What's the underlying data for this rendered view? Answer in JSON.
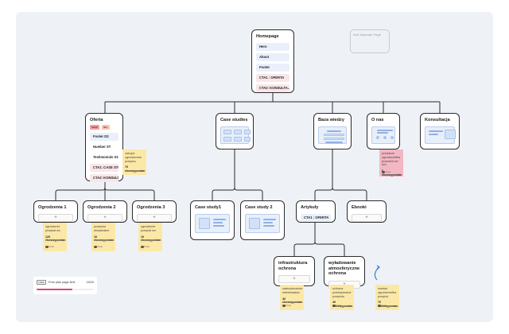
{
  "ghost_page": {
    "label": "Add Separate Page"
  },
  "homepage": {
    "title": "Homepage",
    "sections": [
      "Hero",
      "About",
      "Footer",
      "CTA1 : OFERTA",
      "CTA2: KONSULTA..."
    ]
  },
  "oferta": {
    "title": "Oferta",
    "badges": {
      "s": "SSSP",
      "n": "NS+"
    },
    "sections": [
      "Footer D3",
      "Number ST",
      "Testimonials S3",
      "CTA1: CASE STUDY",
      "CTA2: KONSULT"
    ]
  },
  "case_studies": {
    "title": "Case studies"
  },
  "baza_wiedzy": {
    "title": "Baza wiedzy"
  },
  "o_nas": {
    "title": "O nas"
  },
  "konsultacja": {
    "title": "Konsultacja"
  },
  "ogr1": {
    "title": "Ogrodzenia 1",
    "add": "+"
  },
  "ogr2": {
    "title": "Ogrodzenia 2",
    "add": "+"
  },
  "ogr3": {
    "title": "Ogrodzenia 3",
    "add": "+"
  },
  "case1": {
    "title": "Case study1"
  },
  "case2": {
    "title": "Case study 2"
  },
  "artykuly": {
    "title": "Artykuły",
    "cta": "CTA1 : OFERTA",
    "add": "+"
  },
  "ebooki": {
    "title": "Ebooki",
    "add": "+"
  },
  "infra": {
    "title": "infrastruktura ochrona",
    "add": "+"
  },
  "wyl": {
    "title": "wyładowanie atmosferyczne ochrona",
    "add": "+"
  },
  "notes": {
    "oferta": {
      "text": "zakupić ogrodzeniwe przeploc",
      "kw": "70 ekoswypostan",
      "author": "Peter"
    },
    "onas": {
      "text": "produkcie ogrodzeniefka przewiert wn nzo",
      "kw": "6 ekoswypostan",
      "author": "Peter"
    },
    "ogr1": {
      "text": "ogrodzenie przeplat wn",
      "kw": "120 ekoswypostan",
      "author": "Peter"
    },
    "ogr2": {
      "text": "przeplotu ekswahalne",
      "kw": "10 ekoswypostan",
      "author": "Peter"
    },
    "ogr3": {
      "text": "ogrodzenie przeplat wn",
      "kw": "10 ekoswypostan",
      "author": "Peter"
    },
    "infra": {
      "text": "zabezpieczenie elektrostatów",
      "kw": "40 ekoswypostan",
      "author": "Peter"
    },
    "wyl": {
      "text": "ochrona przeklęskośne przeplotu",
      "kw": "40 ekoswypostan",
      "author": "Peter"
    },
    "right": {
      "text": "montaż ogrodzeniefka przeplot",
      "kw": "70 ekoswypostan",
      "author": "Peter"
    }
  },
  "limit": {
    "free": "FREE",
    "label": "Free plan page limit",
    "count": "15/20",
    "fill_fraction": 0.62
  },
  "colors": {
    "canvas": "#eef2f6",
    "note": "#fce8a6",
    "note_pink": "#f2b7c2",
    "section": "#e9f0fb",
    "cta": "#f9e6e9",
    "accent": "#d9457a"
  }
}
